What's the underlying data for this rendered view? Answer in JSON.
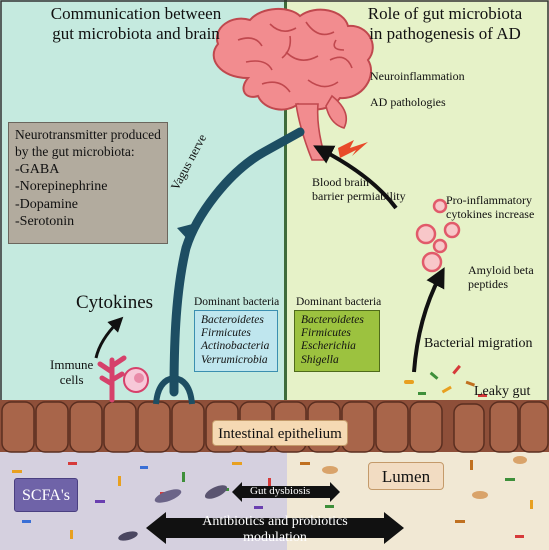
{
  "left_panel": {
    "title_line1": "Communication between",
    "title_line2": "gut microbiota and brain",
    "neurotransmitter_box": {
      "heading_line1": "Neurotransmitter produced",
      "heading_line2": "by the gut microbiota:",
      "items": [
        "-GABA",
        "-Norepinephrine",
        "-Dopamine",
        "-Serotonin"
      ]
    },
    "vagus_nerve": "Vagus nerve",
    "cytokines": "Cytokines",
    "immune_cells_line1": "Immune",
    "immune_cells_line2": "cells",
    "dominant_bacteria": {
      "heading": "Dominant bacteria",
      "items": [
        "Bacteroidetes",
        "Firmicutes",
        "Actinobacteria",
        "Verrumicrobia"
      ]
    },
    "scfa": "SCFA's"
  },
  "right_panel": {
    "title_line1": "Role of gut microbiota",
    "title_line2": "in pathogenesis of AD",
    "neuroinflammation": "Neuroinflammation",
    "ad_pathologies": "AD pathologies",
    "bbb_line1": "Blood brain",
    "bbb_line2": "barrier permiability",
    "pro_inflammatory_line1": "Pro-inflammatory",
    "pro_inflammatory_line2": "cytokines increase",
    "amyloid_line1": "Amyloid beta",
    "amyloid_line2": "peptides",
    "dominant_bacteria": {
      "heading": "Dominant bacteria",
      "items": [
        "Bacteroidetes",
        "Firmicutes",
        "Escherichia",
        "Shigella"
      ]
    },
    "bacterial_migration": "Bacterial migration",
    "leaky_gut": "Leaky gut",
    "lumen": "Lumen"
  },
  "center": {
    "intestinal_epithelium": "Intestinal epithelium",
    "gut_dysbiosis": "Gut dysbiosis",
    "antibiotics_line1": "Antibiotics and probiotics",
    "antibiotics_line2": "modulation"
  },
  "colors": {
    "left_bg": "#c5eadf",
    "right_bg": "#e6f2c8",
    "brain": "#f28c8f",
    "nerve": "#1d4e63",
    "epithelium": "#a8654a",
    "neuro_box": "#b2ab9e",
    "dom_box_left": "#bfe6ee",
    "dom_box_right": "#9cc23f"
  }
}
